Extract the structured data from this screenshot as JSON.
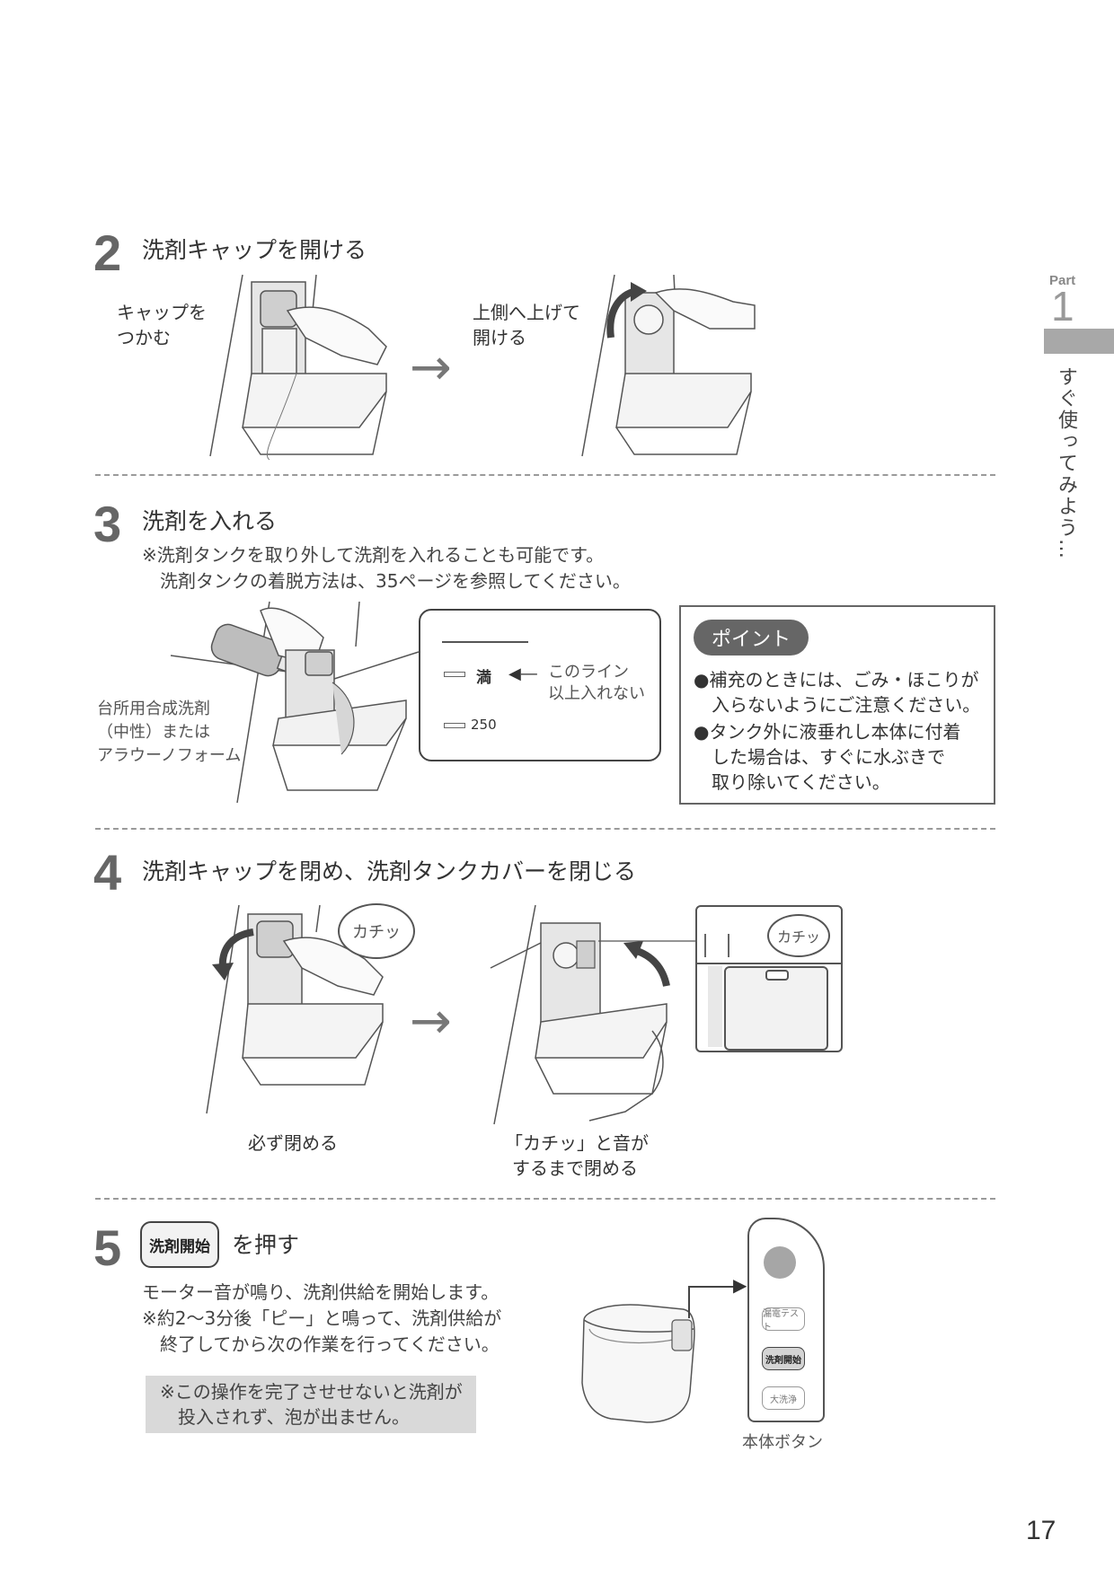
{
  "side_tab": {
    "part_label": "Part",
    "part_number": "1",
    "vertical_text": "すぐ使ってみよう…"
  },
  "page_number": "17",
  "step2": {
    "number": "2",
    "title": "洗剤キャップを開ける",
    "caption_left": [
      "キャップを",
      "つかむ"
    ],
    "caption_right": [
      "上側へ上げて",
      "開ける"
    ]
  },
  "step3": {
    "number": "3",
    "title": "洗剤を入れる",
    "notes": [
      "※洗剤タンクを取り外して洗剤を入れることも可能です。",
      "洗剤タンクの着脱方法は、35ページを参照してください。"
    ],
    "detergent_label": [
      "台所用合成洗剤",
      "（中性）または",
      "アラウーノフォーム"
    ],
    "gauge_full": "満",
    "gauge_250": "250",
    "gauge_caption": [
      "このライン",
      "以上入れない"
    ],
    "point_badge": "ポイント",
    "point_items": [
      [
        "●補充のときには、ごみ・ほこりが",
        "　入らないようにご注意ください。"
      ],
      [
        "●タンク外に液垂れし本体に付着",
        "　した場合は、すぐに水ぶきで",
        "　取り除いてください。"
      ]
    ]
  },
  "step4": {
    "number": "4",
    "title": "洗剤キャップを閉め、洗剤タンクカバーを閉じる",
    "click_sound": "カチッ",
    "click_sound_detail": "カチッ",
    "caption_left": "必ず閉める",
    "caption_right": [
      "「カチッ」と音が",
      "するまで閉める"
    ]
  },
  "step5": {
    "number": "5",
    "button_label": "洗剤開始",
    "title_suffix": "を押す",
    "description": "モーター音が鳴り、洗剤供給を開始します。",
    "notes": [
      "※約2〜3分後「ピー」と鳴って、洗剤供給が",
      "終了してから次の作業を行ってください。"
    ],
    "warning": [
      "※この操作を完了させせないと洗剤が",
      "投入されず、泡が出ません。"
    ],
    "panel_buttons": [
      "漏電テスト",
      "洗剤開始",
      "大洗浄"
    ],
    "panel_caption": "本体ボタン"
  }
}
